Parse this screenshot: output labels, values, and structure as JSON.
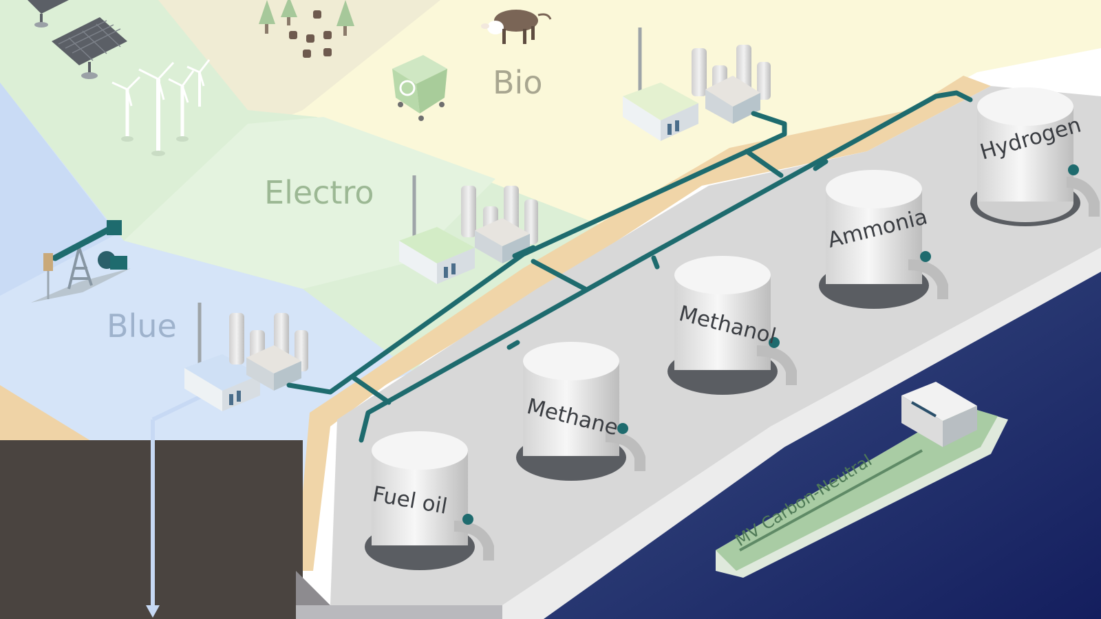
{
  "regions": {
    "bio": "Bio",
    "electro": "Electro",
    "blue": "Blue"
  },
  "tanks": {
    "fuel_oil": "Fuel oil",
    "methane": "Methane",
    "methanol": "Methanol",
    "ammonia": "Ammonia",
    "hydrogen": "Hydrogen"
  },
  "ship": {
    "name": "MV Carbon-Neutral"
  },
  "colors": {
    "pipeline": "#1e6b6e",
    "sea": "#2a3f7a",
    "quay": "#d6d6d6",
    "bio_zone": "#fbf7d8",
    "electro_zone": "#dcf1d8",
    "blue_zone": "#d3e3f7",
    "soil": "#4a4440",
    "sand": "#f0d5a8",
    "ship_hull": "#a9cca4"
  }
}
